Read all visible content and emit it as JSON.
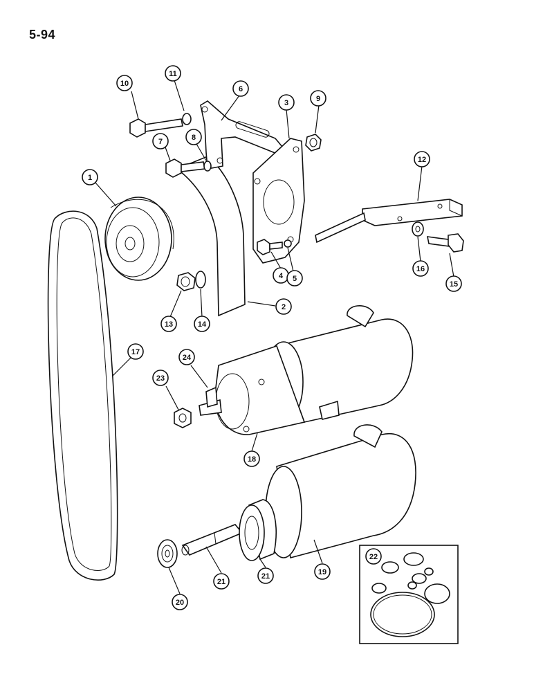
{
  "page": {
    "number": "5-94"
  },
  "callouts": [
    {
      "id": "c1",
      "label": "1"
    },
    {
      "id": "c2",
      "label": "2"
    },
    {
      "id": "c3",
      "label": "3"
    },
    {
      "id": "c4",
      "label": "4"
    },
    {
      "id": "c5",
      "label": "5"
    },
    {
      "id": "c6",
      "label": "6"
    },
    {
      "id": "c7",
      "label": "7"
    },
    {
      "id": "c8",
      "label": "8"
    },
    {
      "id": "c9",
      "label": "9"
    },
    {
      "id": "c10",
      "label": "10"
    },
    {
      "id": "c11",
      "label": "11"
    },
    {
      "id": "c12",
      "label": "12"
    },
    {
      "id": "c13",
      "label": "13"
    },
    {
      "id": "c14",
      "label": "14"
    },
    {
      "id": "c15",
      "label": "15"
    },
    {
      "id": "c16",
      "label": "16"
    },
    {
      "id": "c17",
      "label": "17"
    },
    {
      "id": "c18",
      "label": "18"
    },
    {
      "id": "c19",
      "label": "19"
    },
    {
      "id": "c20",
      "label": "20"
    },
    {
      "id": "c21a",
      "label": "21"
    },
    {
      "id": "c21b",
      "label": "21"
    },
    {
      "id": "c22",
      "label": "22"
    },
    {
      "id": "c23",
      "label": "23"
    },
    {
      "id": "c24",
      "label": "24"
    }
  ]
}
